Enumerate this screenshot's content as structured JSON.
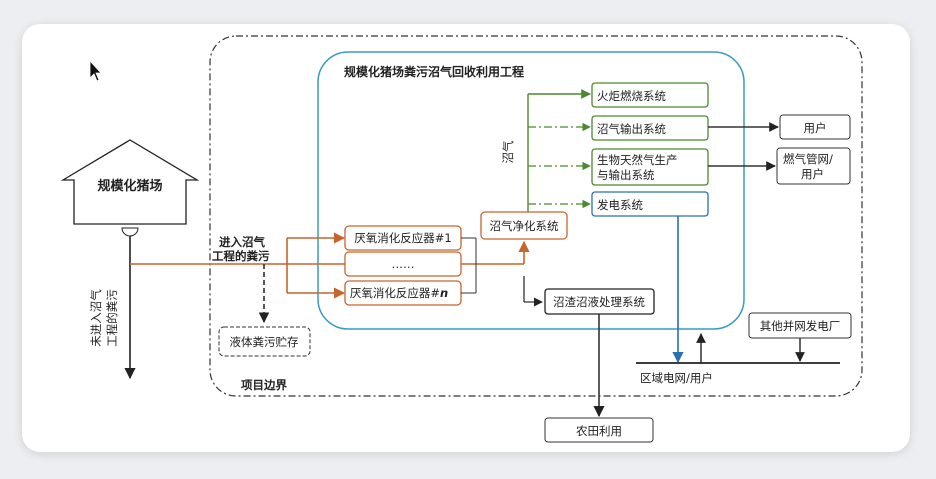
{
  "diagram": {
    "pig_farm": "规模化猪场",
    "title": "规模化猪场粪污沼气回收利用工程",
    "manure_in_line1": "进入沼气",
    "manure_in_line2": "工程的粪污",
    "untreated_line1": "未进入沼气",
    "untreated_line2": "工程的粪污",
    "storage": "液体粪污贮存",
    "project_boundary": "项目边界",
    "reactor_1": "厌氧消化反应器#1",
    "reactor_dots": "……",
    "reactor_n": "厌氧消化反应器#",
    "reactor_n_suffix": "n",
    "purification": "沼气净化系统",
    "biogas_label": "沼气",
    "flare": "火炬燃烧系统",
    "biogas_output": "沼气输出系统",
    "bio_ng_line1": "生物天然气生产",
    "bio_ng_line2": "与输出系统",
    "power_gen": "发电系统",
    "residue": "沼渣沼液处理系统",
    "user": "用户",
    "gas_grid_line1": "燃气管网/",
    "gas_grid_line2": "用户",
    "other_plants": "其他并网发电厂",
    "grid": "区域电网/用户",
    "farmland": "农田利用"
  },
  "colors": {
    "orange": "#c8642e",
    "green": "#4a8a2e",
    "blue": "#2a6fb0",
    "teal": "#3a9bc0",
    "dark": "#333333"
  }
}
